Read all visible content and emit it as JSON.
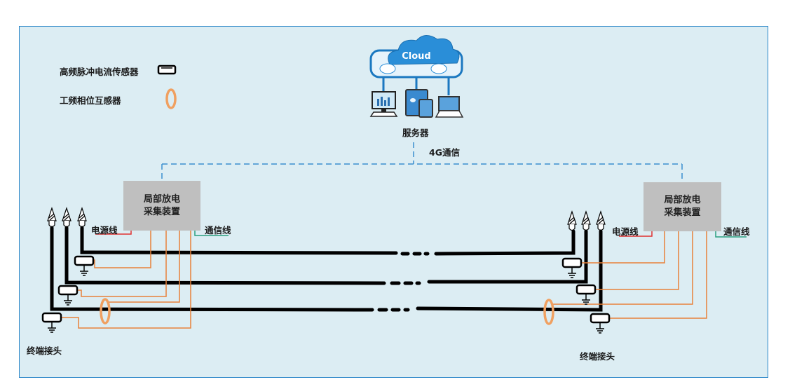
{
  "legend": {
    "items": [
      {
        "label": "高频脉冲电流传感器",
        "icon": "hf-current-sensor-icon"
      },
      {
        "label": "工频相位互感器",
        "icon": "power-frequency-ct-icon"
      }
    ]
  },
  "server": {
    "cloud_label": "Cloud",
    "label": "服务器",
    "link_label": "4G通信"
  },
  "units": {
    "left": {
      "title_line1": "局部放电",
      "title_line2": "采集装置",
      "power_label": "电源线",
      "comm_label": "通信线",
      "terminal_label": "终端接头"
    },
    "right": {
      "title_line1": "局部放电",
      "title_line2": "采集装置",
      "power_label": "电源线",
      "comm_label": "通信线",
      "terminal_label": "终端接头"
    }
  },
  "colors": {
    "frame_bg": "#dcedf3",
    "frame_border": "#2a86c8",
    "device_box": "#bfbfbf",
    "signal_wire": "#e8823a",
    "ct_ring": "#f0a060",
    "power_wire": "#e03030",
    "comm_wire": "#2aa080",
    "dashed_link": "#3a8fcf",
    "cable": "#000000"
  }
}
